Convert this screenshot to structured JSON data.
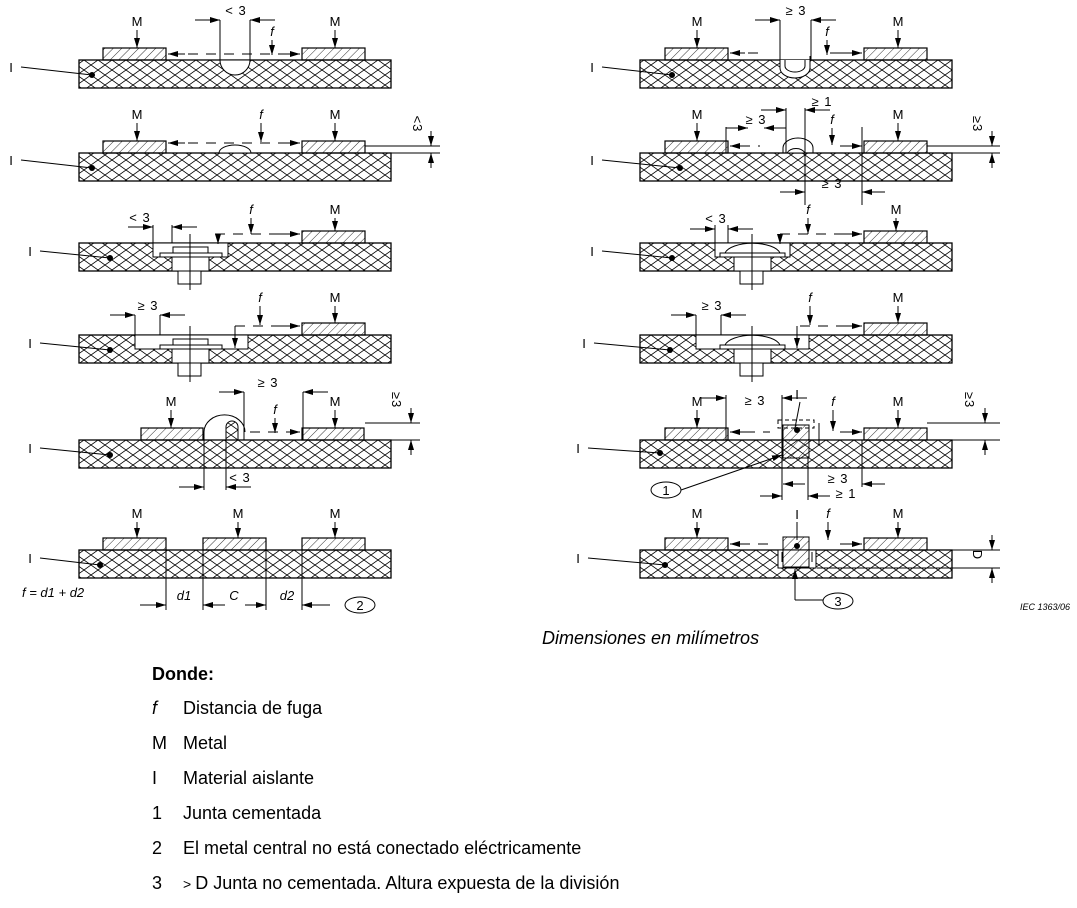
{
  "figure": {
    "labels": {
      "metal": "M",
      "insulator": "I",
      "creepage": "f",
      "lt3": "< 3",
      "ge3": "≥ 3",
      "ge1": "≥ 1",
      "ge3_vertical": "≥3",
      "lt3_vertical": "<3",
      "d1": "d1",
      "c": "C",
      "d2": "d2",
      "D": "D",
      "formula": "f = d1 + d2",
      "callout_1": "1",
      "callout_2": "2",
      "callout_3": "3",
      "reference": "IEC   1363/06"
    },
    "colors": {
      "line": "#000000",
      "background": "#ffffff"
    }
  },
  "caption": "Dimensiones en milímetros",
  "legend": {
    "title": "Donde:",
    "items": [
      {
        "key": "f",
        "description": "Distancia de fuga"
      },
      {
        "key": "M",
        "description": "Metal"
      },
      {
        "key": "I",
        "description": "Material aislante"
      },
      {
        "key": "1",
        "description": "Junta cementada"
      },
      {
        "key": "2",
        "description": "El metal central no está conectado eléctricamente"
      },
      {
        "key": "3",
        "prefix": ">",
        "description": "D Junta no cementada. Altura expuesta de la división"
      }
    ]
  }
}
